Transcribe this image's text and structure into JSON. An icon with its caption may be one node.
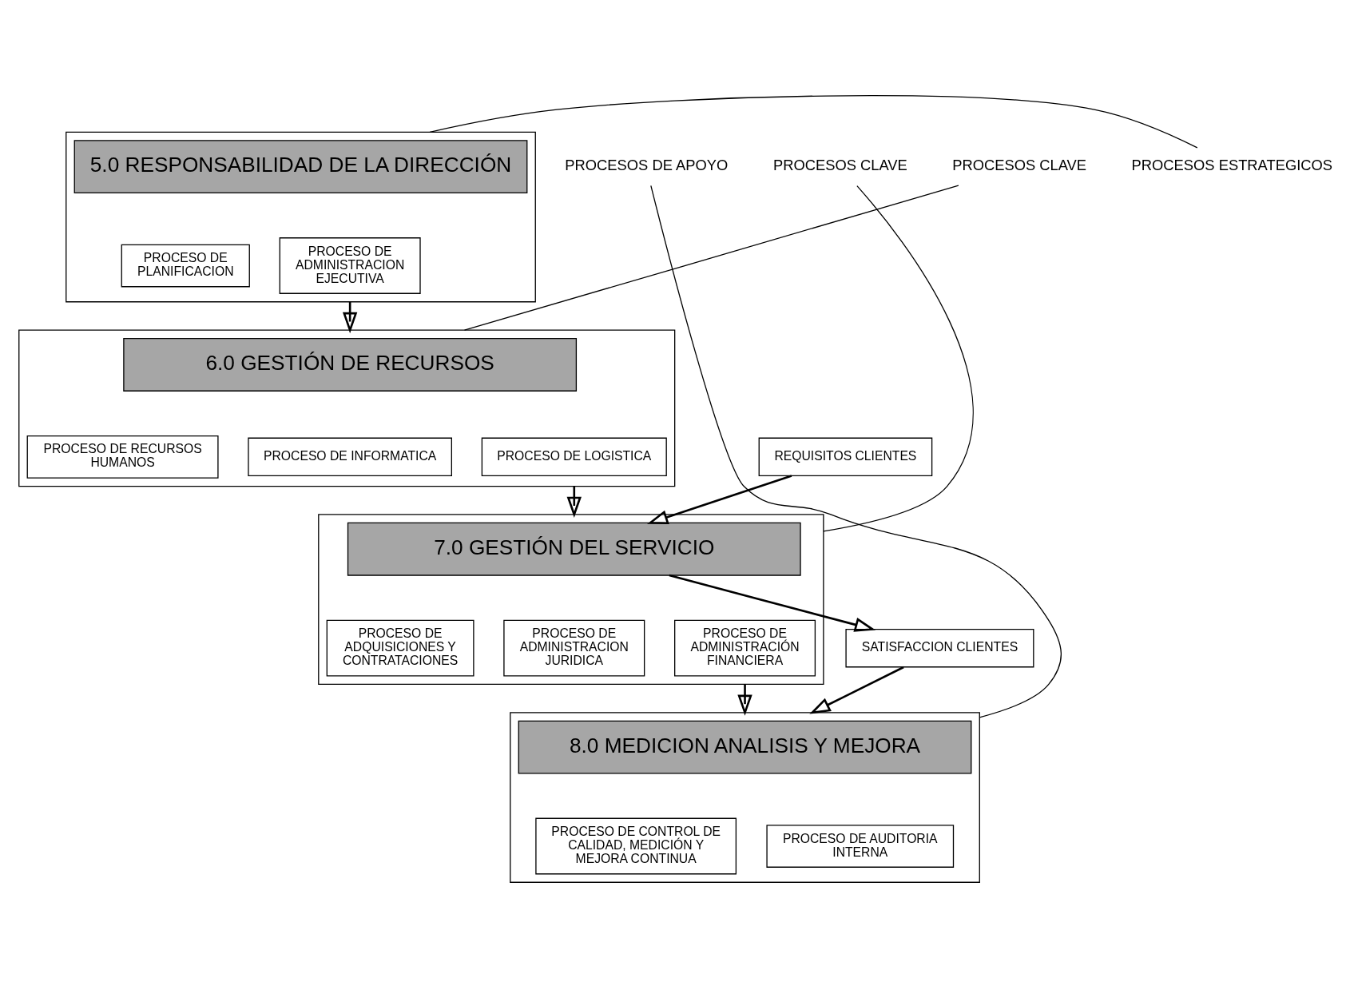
{
  "diagram": {
    "nodes": [
      {
        "text": [],
        "shape": "box"
      },
      {
        "text": [
          "5.0 RESPONSABILIDAD DE LA DIRECCIÓN"
        ],
        "in": 0
      },
      {
        "text": [
          "PROCESO DE PLANIFICACION"
        ],
        "in": 0
      },
      {
        "text": [
          "PROCESO DE ADMINISTRACION EJECUTIVA"
        ],
        "in": 0
      },
      {
        "text": [],
        "shape": "box"
      },
      {
        "text": [
          "6.0 GESTIÓN DE RECURSOS"
        ],
        "in": 4
      },
      {
        "text": [
          "PROCESO DE RECURSOS HUMANOS"
        ],
        "in": 4
      },
      {
        "text": [
          "PROCESO DE INFORMATICA"
        ],
        "in": 4
      },
      {
        "text": [
          "PROCESO DE LOGISTICA"
        ],
        "in": 4
      },
      {
        "text": [],
        "shape": "box"
      },
      {
        "text": [
          "7.0 GESTIÓN DEL SERVICIO"
        ],
        "in": 9
      },
      {
        "text": [
          "PROCESO DE ADQUISICIONES Y CONTRATACIONES"
        ],
        "in": 9
      },
      {
        "text": [
          "PROCESO DE ADMINISTRACION JURIDICA"
        ],
        "in": 9
      },
      {
        "text": [
          "PROCESO DE ADMINISTRACIÓN FINANCIERA"
        ],
        "in": 9
      },
      {
        "text": [],
        "shape": "box"
      },
      {
        "text": [
          "8.0 MEDICION ANALISIS Y MEJORA"
        ],
        "in": 14
      },
      {
        "text": [
          "PROCESO DE CONTROL DE CALIDAD, MEDICIÓN Y MEJORA CONTINUA"
        ],
        "in": 14
      },
      {
        "text": [
          "PROCESO DE AUDITORIA INTERNA"
        ],
        "in": 14
      },
      {
        "text": [
          "REQUISITOS CLIENTES"
        ]
      },
      {
        "text": [
          "SATISFACCION CLIENTES"
        ]
      },
      {
        "text": [
          "PROCESOS ESTRATEGICOS"
        ]
      },
      {
        "text": [
          "PROCESOS CLAVE"
        ]
      },
      {
        "text": [
          "PROCESOS CLAVE"
        ]
      },
      {
        "text": [
          "PROCESOS DE APOYO"
        ]
      }
    ],
    "edges": [
      {
        "from": 0,
        "to": 4,
        "arrow": "to"
      },
      {
        "from": 4,
        "to": 9,
        "arrow": "to"
      },
      {
        "from": 9,
        "to": 14,
        "arrow": "to"
      },
      {
        "from": 18,
        "to": 10,
        "arrow": "to"
      },
      {
        "from": 10,
        "to": 19,
        "arrow": "to"
      },
      {
        "from": 19,
        "to": 14,
        "arrow": "to"
      },
      {
        "from": 20,
        "to": 0,
        "arrow": "none"
      },
      {
        "from": 21,
        "to": 4,
        "arrow": "none"
      },
      {
        "from": 22,
        "to": 9,
        "arrow": "none"
      },
      {
        "from": 23,
        "to": 14,
        "arrow": "none"
      }
    ]
  }
}
